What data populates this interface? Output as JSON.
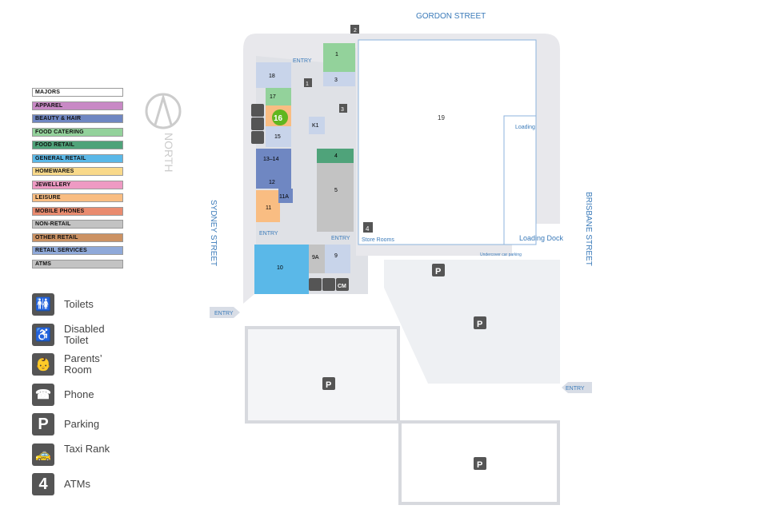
{
  "streets": {
    "gordon": "GORDON STREET",
    "sydney": "SYDNEY STREET",
    "brisbane": "BRISBANE STREET"
  },
  "compass": {
    "label": "NORTH"
  },
  "categories": [
    {
      "label": "MAJORS",
      "color": "#ffffff"
    },
    {
      "label": "APPAREL",
      "color": "#c889c5"
    },
    {
      "label": "BEAUTY & HAIR",
      "color": "#6f87c2"
    },
    {
      "label": "FOOD CATERING",
      "color": "#93d29b"
    },
    {
      "label": "FOOD RETAIL",
      "color": "#4fa37a"
    },
    {
      "label": "GENERAL RETAIL",
      "color": "#5ab8e8"
    },
    {
      "label": "HOMEWARES",
      "color": "#f9d98a"
    },
    {
      "label": "JEWELLERY",
      "color": "#ee9ac3"
    },
    {
      "label": "LEISURE",
      "color": "#f9bd82"
    },
    {
      "label": "MOBILE PHONES",
      "color": "#e98b6f"
    },
    {
      "label": "NON-RETAIL",
      "color": "#c3c3c3"
    },
    {
      "label": "OTHER RETAIL",
      "color": "#cc9263"
    },
    {
      "label": "RETAIL SERVICES",
      "color": "#8fa9d9"
    },
    {
      "label": "ATMS",
      "color": "#c3c3c3"
    }
  ],
  "legend": [
    {
      "icon": "toilets-icon",
      "label": "Toilets",
      "glyph": "🚻"
    },
    {
      "icon": "disabled-toilet-icon",
      "label": "Disabled Toilet",
      "glyph": "♿"
    },
    {
      "icon": "parents-room-icon",
      "label": "Parents’ Room",
      "glyph": "👶"
    },
    {
      "icon": "phone-icon",
      "label": "Phone",
      "glyph": "☎"
    },
    {
      "icon": "parking-icon",
      "label": "Parking",
      "glyph": "P"
    },
    {
      "icon": "taxi-rank-icon",
      "label": "Taxi Rank",
      "glyph": "🚕"
    },
    {
      "icon": "atm-icon",
      "label": "ATMs",
      "glyph": "4"
    }
  ],
  "shops": {
    "s1": "1",
    "s3": "3",
    "s4": "4",
    "s5": "5",
    "s9": "9",
    "s9a": "9A",
    "s10": "10",
    "s11": "11",
    "s11a": "11A",
    "s12": "12",
    "s13_14": "13–14",
    "s15": "15",
    "s16": "16",
    "s17": "17",
    "s18": "18",
    "s19": "19",
    "k1": "K1"
  },
  "atms": {
    "a1": "1",
    "a2": "2",
    "a3": "3",
    "a4": "4"
  },
  "labels": {
    "entry": "ENTRY",
    "loading": "Loading",
    "loading_dock": "Loading Dock",
    "store_rooms": "Store Rooms",
    "undercover": "Undercover car parking",
    "parking": "P",
    "cm": "CM"
  }
}
